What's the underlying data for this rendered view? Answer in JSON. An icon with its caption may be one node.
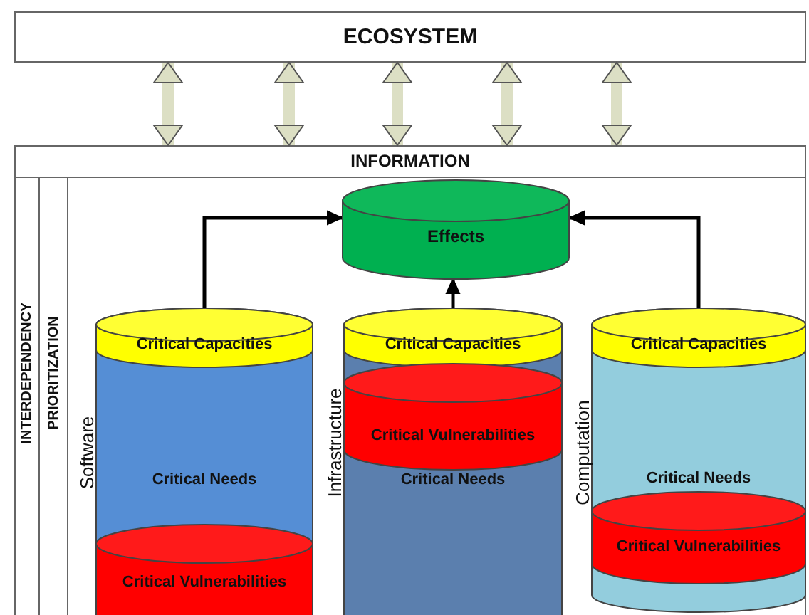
{
  "diagram": {
    "nodes": [
      {
        "text": [
          "ECOSYSTEM"
        ]
      },
      {
        "text": [
          "INFORMATION"
        ]
      },
      {
        "text": [
          "INTERDEPENDENCY"
        ],
        "in": 1
      },
      {
        "text": [
          "PRIORITIZATION"
        ],
        "in": 1
      },
      {
        "text": [
          "Effects"
        ],
        "in": 1
      },
      {
        "text": [
          "Software",
          "Critical Needs"
        ],
        "in": 1
      },
      {
        "text": [
          "Critical Capacities"
        ],
        "in": 5
      },
      {
        "text": [
          "Critical Vulnerabilities"
        ],
        "in": 5
      },
      {
        "text": [
          "Infrastructure",
          "Critical Needs"
        ],
        "in": 1
      },
      {
        "text": [
          "Critical Capacities"
        ],
        "in": 8
      },
      {
        "text": [
          "Critical Vulnerabilities"
        ],
        "in": 8
      },
      {
        "text": [
          "Computation",
          "Critical Needs"
        ],
        "in": 1
      },
      {
        "text": [
          "Critical Capacities"
        ],
        "in": 11
      },
      {
        "text": [
          "Critical Vulnerabilities"
        ],
        "in": 11
      }
    ],
    "edges": [
      {
        "from": 0,
        "to": 1,
        "arrow": "both"
      },
      {
        "from": 0,
        "to": 1,
        "arrow": "both"
      },
      {
        "from": 0,
        "to": 1,
        "arrow": "both"
      },
      {
        "from": 0,
        "to": 1,
        "arrow": "both"
      },
      {
        "from": 0,
        "to": 1,
        "arrow": "both"
      },
      {
        "from": 6,
        "to": 4,
        "arrow": "to",
        "color": "#000000"
      },
      {
        "from": 9,
        "to": 4,
        "arrow": "to",
        "color": "#000000"
      },
      {
        "from": 12,
        "to": 4,
        "arrow": "to",
        "color": "#000000"
      }
    ]
  }
}
